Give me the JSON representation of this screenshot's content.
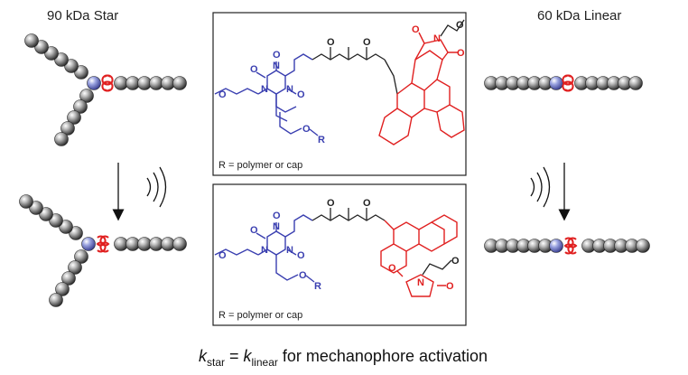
{
  "labels": {
    "star_title": "90 kDa Star",
    "linear_title": "60 kDa Linear",
    "r_definition_top": "R = polymer or cap",
    "r_definition_bottom": "R = polymer or cap",
    "r_group": "R"
  },
  "atoms": {
    "N": "N",
    "O": "O"
  },
  "caption": {
    "k": "k",
    "sub_star": "star",
    "equals": " = ",
    "sub_linear": "linear",
    "rest": " for mechanophore activation"
  },
  "colors": {
    "core_blue": "#3a3fb0",
    "mechanophore_red": "#e02020",
    "bead_gray": "#555555",
    "core_bead_blue": "#8a94d8",
    "text": "#222222"
  }
}
